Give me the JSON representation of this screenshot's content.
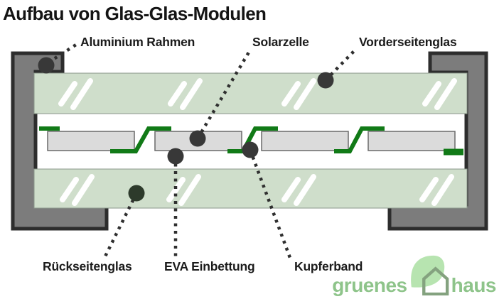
{
  "title": "Aufbau von Glas-Glas-Modulen",
  "diagram": {
    "type": "infographic-cross-section",
    "subject": "glass-glass solar module layers",
    "labels": {
      "aluminium": "Aluminium Rahmen",
      "solarzelle": "Solarzelle",
      "vorderseitenglas": "Vorderseitenglas",
      "rueckseitenglas": "Rückseitenglas",
      "eva": "EVA Einbettung",
      "kupferband": "Kupferband"
    },
    "colors": {
      "glass": "#cfdecb",
      "frame_fill": "#7c7c7c",
      "frame_border": "#2d2d2d",
      "solar_cell": "#dbdbdb",
      "copper_band": "#117a17",
      "marker_dot": "#383838",
      "marker_dot_on_glass": "#2d3a2b",
      "label_text": "#1b1b1b",
      "logo_green": "#8ec48a",
      "logo_leaf": "#b7e4b0",
      "logo_house_outline": "#84a27f"
    },
    "solar_cell_count": 4
  },
  "logo": {
    "text_left": "gruenes",
    "text_right": "haus",
    "icon": "leaf-house-icon"
  }
}
